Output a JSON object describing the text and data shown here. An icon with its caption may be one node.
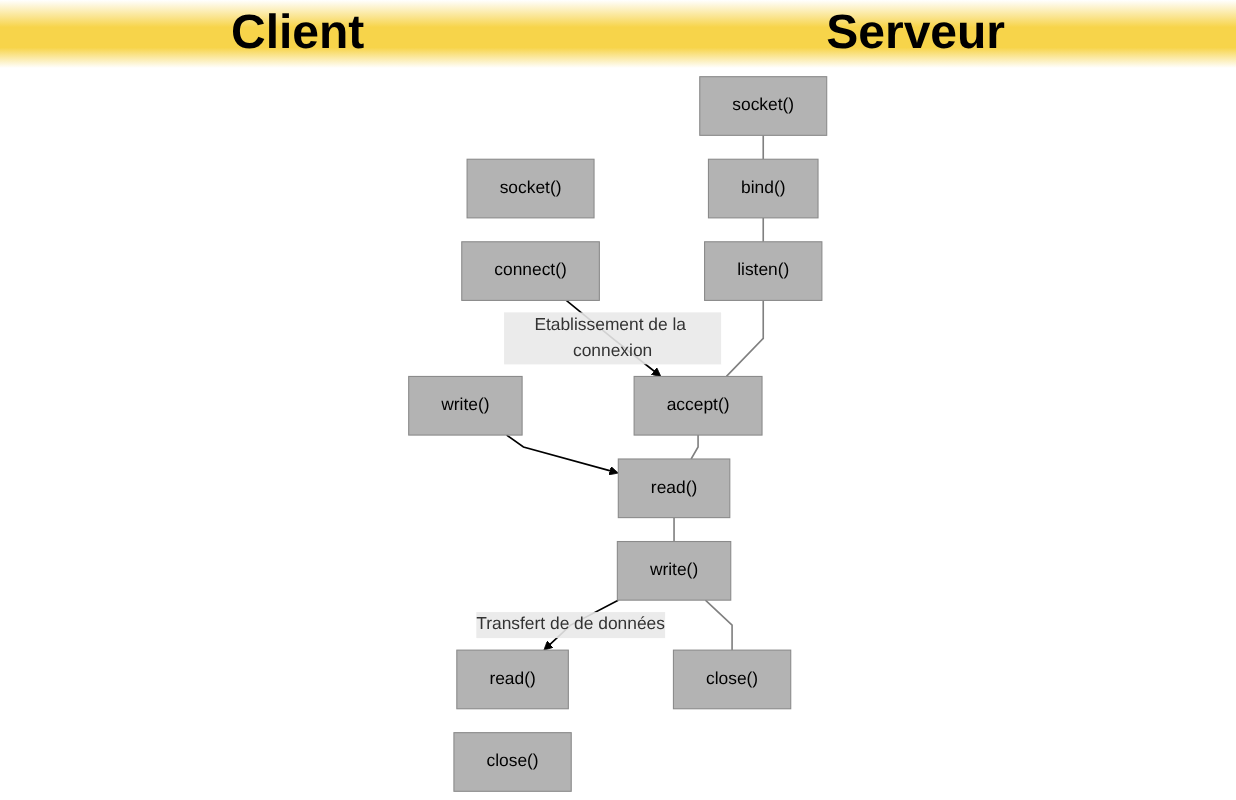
{
  "diagram": {
    "nodes": [
      {
        "text": [
          "socket()"
        ]
      },
      {
        "text": [
          "connect()"
        ]
      },
      {
        "text": [
          "write()"
        ]
      },
      {
        "text": [
          "read()"
        ]
      },
      {
        "text": [
          "close()"
        ]
      },
      {
        "text": [
          "socket()"
        ]
      },
      {
        "text": [
          "bind()"
        ]
      },
      {
        "text": [
          "listen()"
        ]
      },
      {
        "text": [
          "accept()"
        ]
      },
      {
        "text": [
          "read()"
        ]
      },
      {
        "text": [
          "write()"
        ]
      },
      {
        "text": [
          "close()"
        ]
      }
    ],
    "edges": [
      {
        "from": 5,
        "to": 6,
        "arrow": "none"
      },
      {
        "from": 6,
        "to": 7,
        "arrow": "none"
      },
      {
        "from": 7,
        "to": 8,
        "arrow": "none"
      },
      {
        "from": 1,
        "to": 8,
        "arrow": "to",
        "label": "Etablissement de la connexion",
        "color": "#000000"
      },
      {
        "from": 8,
        "to": 9,
        "arrow": "none"
      },
      {
        "from": 2,
        "to": 9,
        "arrow": "to",
        "color": "#000000"
      },
      {
        "from": 9,
        "to": 10,
        "arrow": "none"
      },
      {
        "from": 10,
        "to": 3,
        "arrow": "to",
        "label": "Transfert de de données",
        "color": "#000000"
      },
      {
        "from": 10,
        "to": 11,
        "arrow": "none"
      }
    ],
    "labels": [
      "Client",
      "Serveur"
    ]
  }
}
